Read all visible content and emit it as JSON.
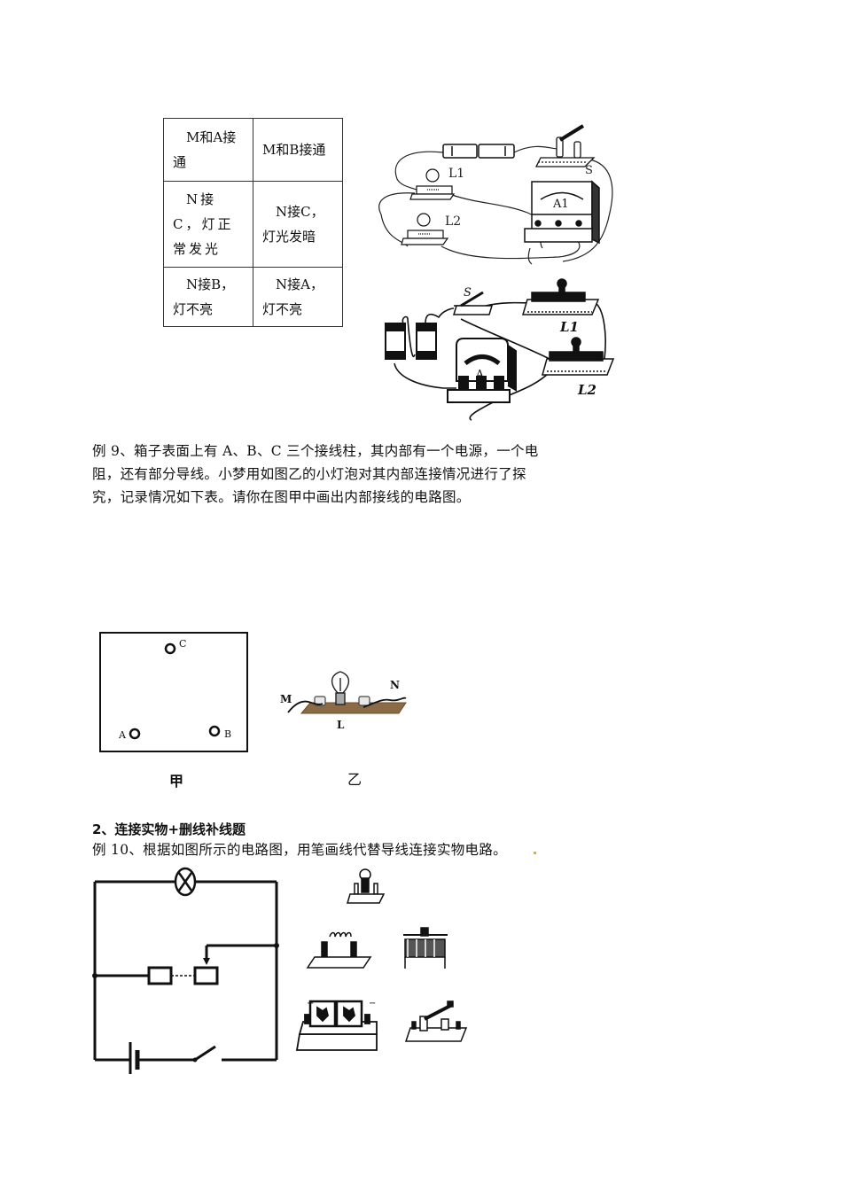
{
  "table": {
    "rows": [
      [
        "M和A接通",
        "M和B接通"
      ],
      [
        "N接C，灯正常发光",
        "N接C，灯光发暗"
      ],
      [
        "N接B，灯不亮",
        "N接A，灯不亮"
      ]
    ]
  },
  "figure_top_right": {
    "labels": {
      "lamp1": "L1",
      "lamp2": "L2",
      "switch": "S",
      "ammeter": "A1"
    }
  },
  "figure_bottom_right": {
    "labels": {
      "switch": "S",
      "lamp1": "L1",
      "lamp2": "L2",
      "ammeter": "A"
    }
  },
  "example9": {
    "lines": [
      "例 9、箱子表面上有 A、B、C 三个接线柱，其内部有一个电源，一个电",
      "阻，还有部分导线。小梦用如图乙的小灯泡对其内部连接情况进行了探",
      "究，记录情况如下表。请你在图甲中画出内部接线的电路图。"
    ]
  },
  "figure_jia": {
    "terminals": {
      "c": "C",
      "a": "A",
      "b": "B"
    },
    "caption": "甲"
  },
  "figure_yi": {
    "labels": {
      "m": "M",
      "n": "N",
      "l": "L"
    },
    "caption": "乙"
  },
  "section2": {
    "heading": "2、连接实物+删线补线题"
  },
  "example10": {
    "text": "例 10、根据如图所示的电路图，用笔画线代替导线连接实物电路。"
  },
  "colors": {
    "board": "#8b6a46",
    "line": "#111111",
    "marker": "#c8b44a"
  }
}
